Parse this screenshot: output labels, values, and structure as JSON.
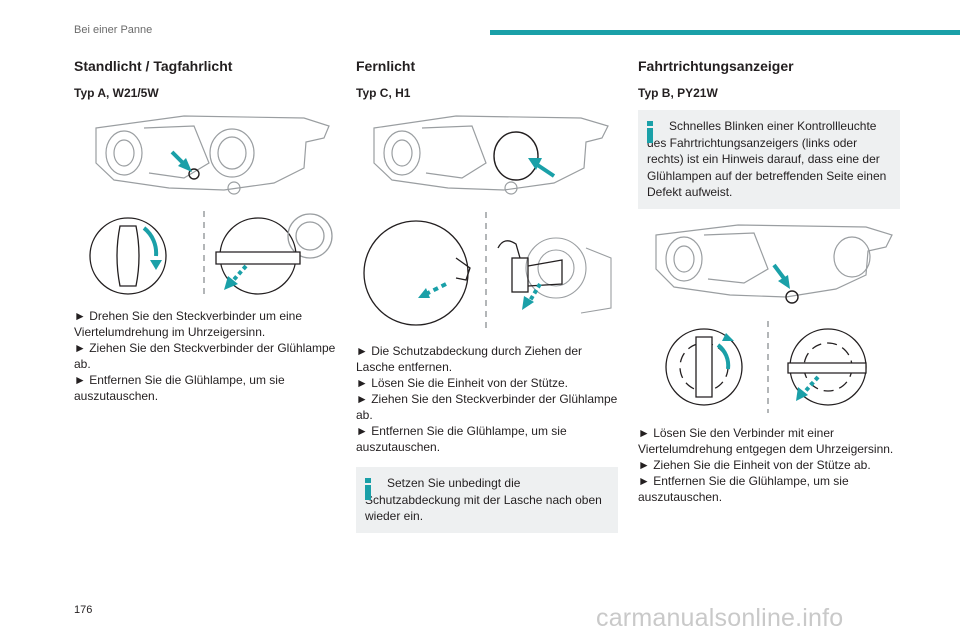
{
  "header": {
    "section_title": "Bei einer Panne",
    "accent_color": "#1aa0a8"
  },
  "columns": {
    "col1": {
      "title": "Standlicht / Tagfahrlicht",
      "subtitle": "Typ A, W21/5W",
      "steps": [
        "► Drehen Sie den Steckverbinder um eine Viertelumdrehung im Uhrzeigersinn.",
        "► Ziehen Sie den Steckverbinder der Glühlampe ab.",
        "► Entfernen Sie die Glühlampe, um sie auszutauschen."
      ]
    },
    "col2": {
      "title": "Fernlicht",
      "subtitle": "Typ C, H1",
      "steps": [
        "► Die Schutzabdeckung durch Ziehen der Lasche entfernen.",
        "► Lösen Sie die Einheit von der Stütze.",
        "► Ziehen Sie den Steckverbinder der Glühlampe ab.",
        "► Entfernen Sie die Glühlampe, um sie auszutauschen."
      ],
      "note": "Setzen Sie unbedingt die Schutzabdeckung mit der Lasche nach oben wieder ein."
    },
    "col3": {
      "title": "Fahrtrichtungsanzeiger",
      "subtitle": "Typ B, PY21W",
      "note": "Schnelles Blinken einer Kontrollleuchte des Fahrtrichtungsanzeigers (links oder rechts) ist ein Hinweis darauf, dass eine der Glühlampen auf der betreffenden Seite einen Defekt aufweist.",
      "steps": [
        "► Lösen Sie den Verbinder mit einer Viertelumdrehung entgegen dem Uhrzeigersinn.",
        "► Ziehen Sie die Einheit von der Stütze ab.",
        "► Entfernen Sie die Glühlampe, um sie auszutauschen."
      ]
    }
  },
  "footer": {
    "page_number": "176",
    "watermark": "carmanualsonline.info"
  }
}
